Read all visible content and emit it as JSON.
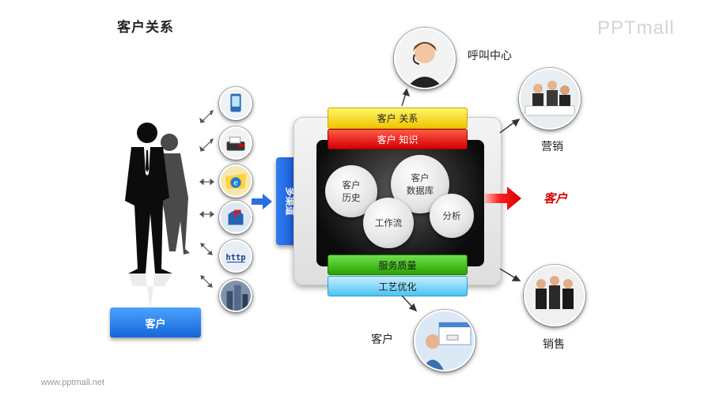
{
  "title": "客户关系",
  "logo": "PPTmall",
  "footer": "www.pptmall.net",
  "left_button": "客户",
  "channel_box": "多渠道",
  "bars": {
    "top1": "客户 关系",
    "top2": "客户 知识",
    "bottom1": "服务质量",
    "bottom2": "工艺优化"
  },
  "bubbles": {
    "history": "客户\n历史",
    "database": "客户\n数据库",
    "workflow": "工作流",
    "analysis": "分析"
  },
  "outputs": {
    "call_center": "呼叫中心",
    "marketing": "营销",
    "customer_out": "客户",
    "sales": "销售",
    "customer_bottom": "客户"
  },
  "colors": {
    "blue": "#1665d8",
    "yellow": "#f0c400",
    "red": "#d40000",
    "green": "#2aa300",
    "cyan": "#4cc2f2"
  }
}
